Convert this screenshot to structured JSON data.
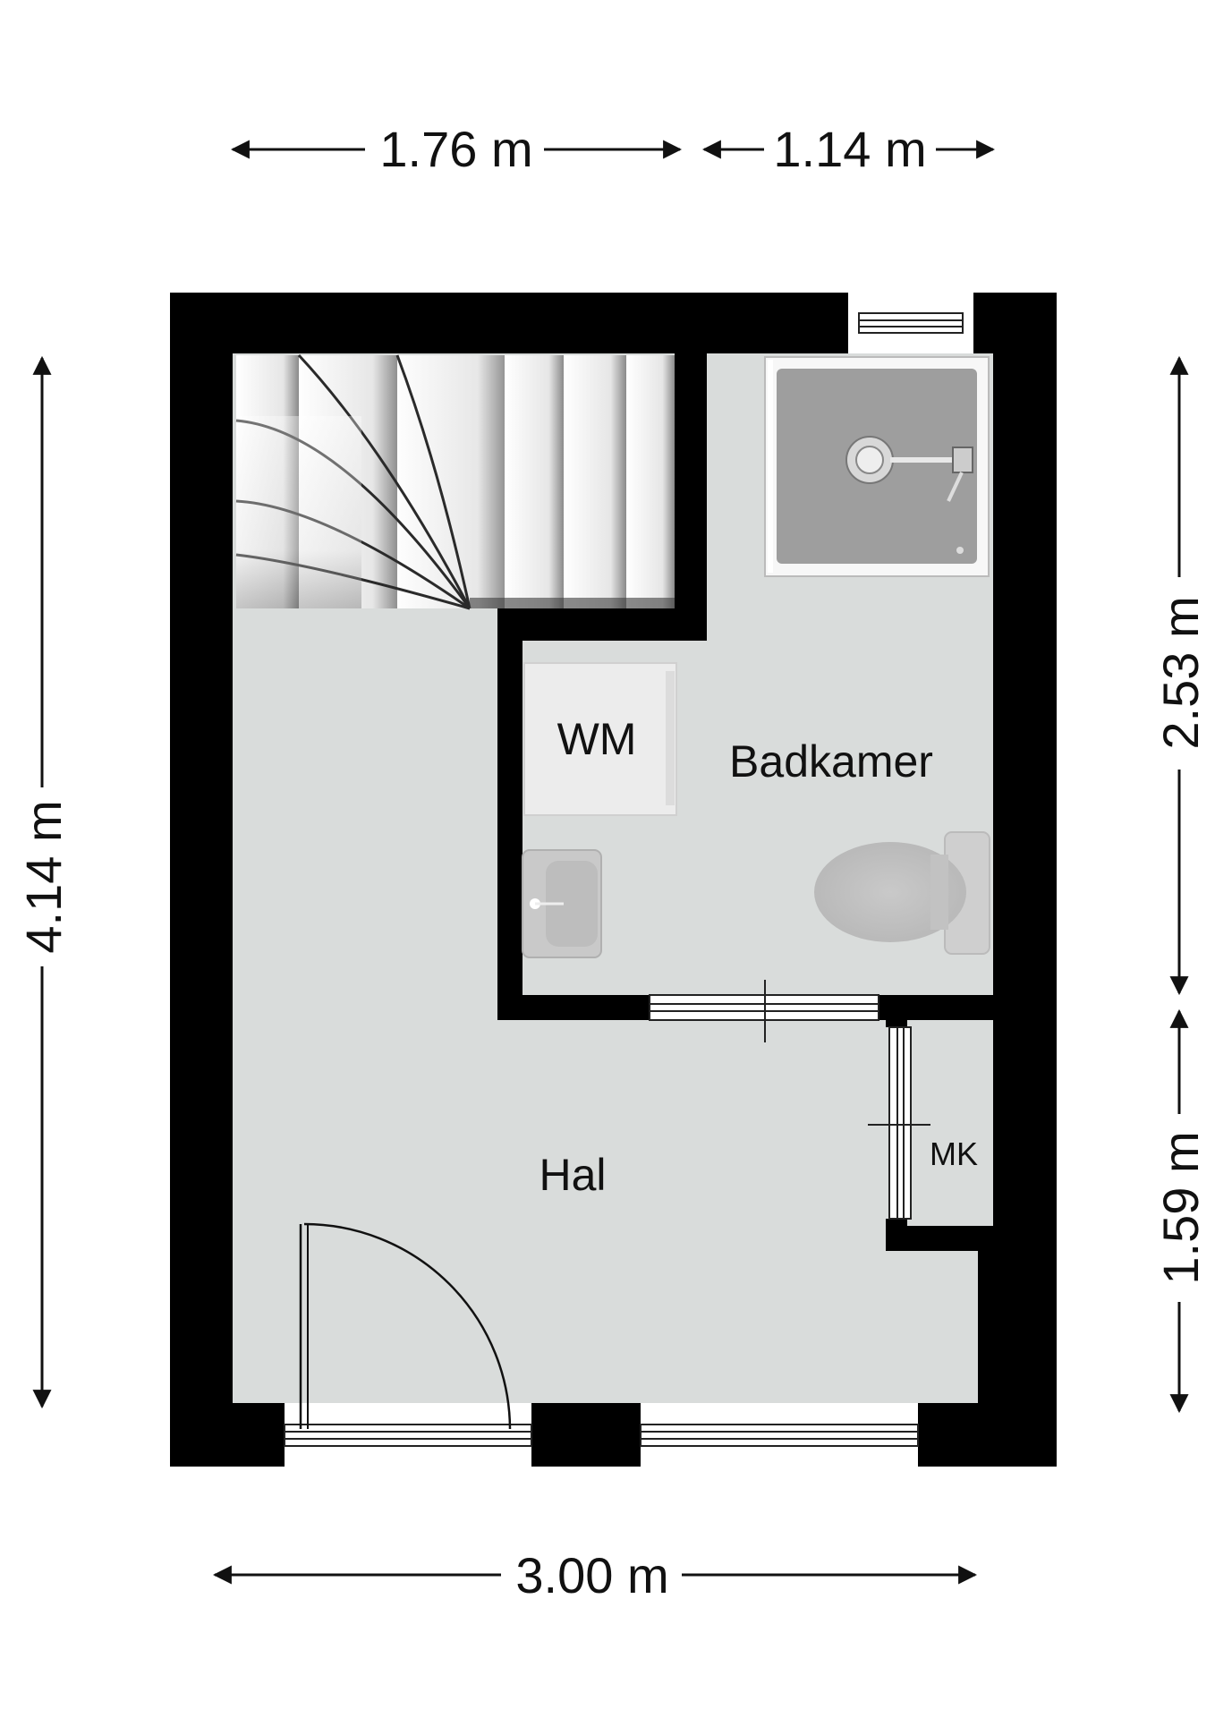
{
  "dimensions": {
    "top_left": "1.76 m",
    "top_right": "1.14 m",
    "left": "4.14 m",
    "right_upper": "2.53 m",
    "right_lower": "1.59 m",
    "bottom": "3.00 m"
  },
  "rooms": {
    "bathroom": "Badkamer",
    "hall": "Hal",
    "closet": "MK",
    "washing_machine": "WM"
  },
  "colors": {
    "wall": "#000000",
    "floor": "#d9dcdb",
    "fixture": "#cfcfcf",
    "stair": "#f0f0f0"
  }
}
